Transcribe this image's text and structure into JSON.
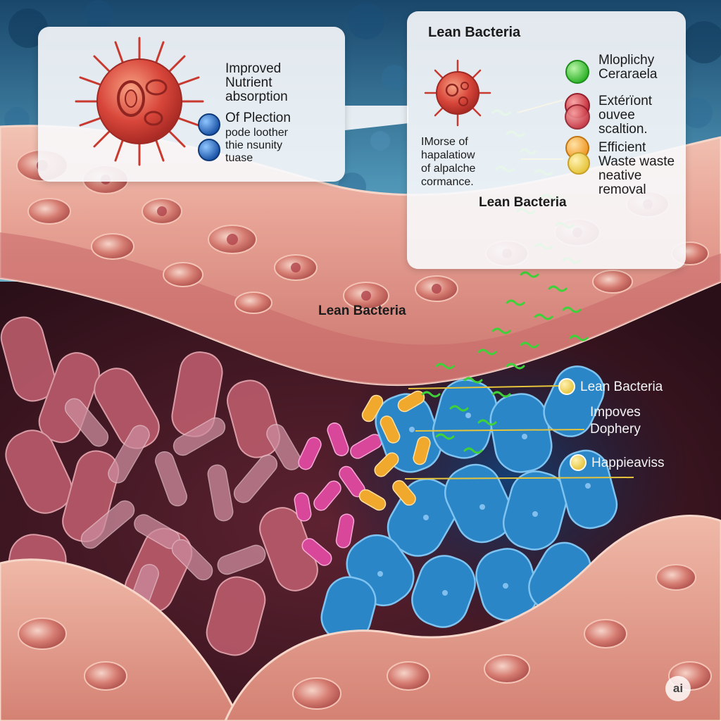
{
  "left_panel": {
    "lines_benefit": [
      "Improved",
      "Nutrient",
      "absorption"
    ],
    "title_item": "Of Plection",
    "lines_sub": [
      "pode loother",
      "thie nsunity",
      "tuase"
    ]
  },
  "right_panel": {
    "title": "Lean Bacteria",
    "item1": [
      "Mloplichy",
      "Ceraraela"
    ],
    "item2": [
      "Extérïont",
      "ouvee",
      "scaltion."
    ],
    "item3": [
      "Efficient",
      "Waste waste",
      "neative",
      "removal"
    ],
    "side_note": [
      "IMorse of",
      "hapalatiow",
      "of alpalche",
      "cormance."
    ],
    "bottom_label": "Lean Bacteria"
  },
  "center_label": "Lean Bacteria",
  "callouts": {
    "lean": "Lean Bacteria",
    "improves": [
      "Impoves",
      "Dophery"
    ],
    "happiness": "Happieaviss"
  },
  "watermark": "ai",
  "colors": {
    "microbe_red": "#d8463a",
    "lean_green": "#3fd13a",
    "obese_blue": "#2a86c7",
    "mix_orange": "#f0a92c",
    "tissue_pink": "#e8a99a",
    "dark_red": "#5a1d2a",
    "callout_yellow": "#e6c43b"
  },
  "icons": {
    "hero_microbe": "red-spiky-microbe-icon",
    "small_microbe": "small-red-microbe-icon",
    "blue_dot": "blue-bacterium-dot-icon",
    "green_dot": "green-bacterium-dot-icon",
    "red_dot": "red-bacterium-dot-icon",
    "orange_dot": "orange-bacterium-dot-icon"
  }
}
